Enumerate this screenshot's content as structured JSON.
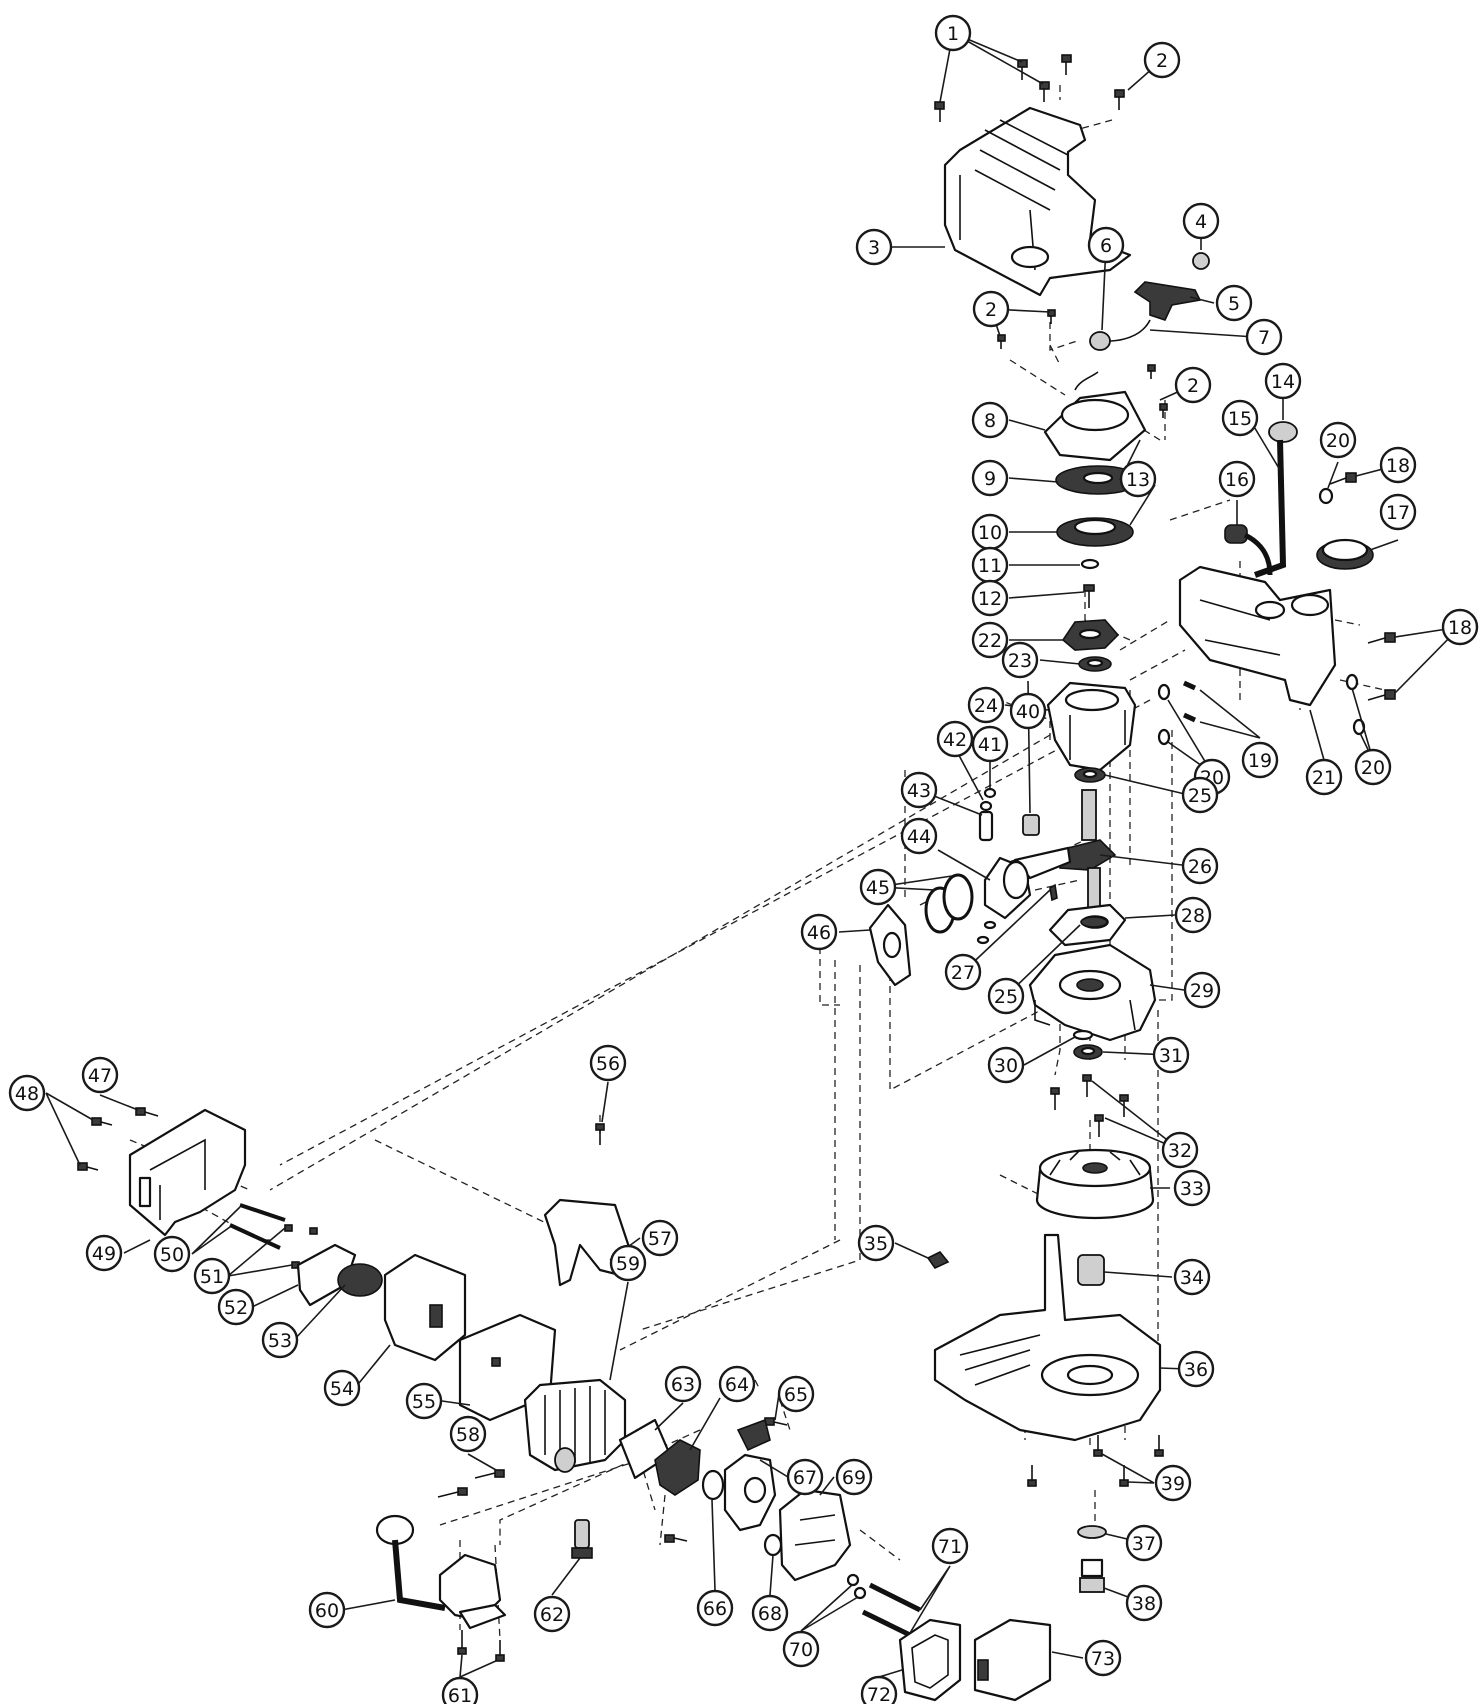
{
  "callouts": [
    {
      "id": "1",
      "label": "1"
    },
    {
      "id": "2a",
      "label": "2"
    },
    {
      "id": "3",
      "label": "3"
    },
    {
      "id": "4",
      "label": "4"
    },
    {
      "id": "5",
      "label": "5"
    },
    {
      "id": "6",
      "label": "6"
    },
    {
      "id": "7",
      "label": "7"
    },
    {
      "id": "2b",
      "label": "2"
    },
    {
      "id": "2c",
      "label": "2"
    },
    {
      "id": "8",
      "label": "8"
    },
    {
      "id": "9",
      "label": "9"
    },
    {
      "id": "13",
      "label": "13"
    },
    {
      "id": "10",
      "label": "10"
    },
    {
      "id": "11",
      "label": "11"
    },
    {
      "id": "12",
      "label": "12"
    },
    {
      "id": "22",
      "label": "22"
    },
    {
      "id": "23",
      "label": "23"
    },
    {
      "id": "24",
      "label": "24"
    },
    {
      "id": "14",
      "label": "14"
    },
    {
      "id": "15",
      "label": "15"
    },
    {
      "id": "16",
      "label": "16"
    },
    {
      "id": "20a",
      "label": "20"
    },
    {
      "id": "18a",
      "label": "18"
    },
    {
      "id": "17",
      "label": "17"
    },
    {
      "id": "18b",
      "label": "18"
    },
    {
      "id": "19",
      "label": "19"
    },
    {
      "id": "20b",
      "label": "20"
    },
    {
      "id": "21",
      "label": "21"
    },
    {
      "id": "20c",
      "label": "20"
    },
    {
      "id": "40",
      "label": "40"
    },
    {
      "id": "41",
      "label": "41"
    },
    {
      "id": "42",
      "label": "42"
    },
    {
      "id": "43",
      "label": "43"
    },
    {
      "id": "25a",
      "label": "25"
    },
    {
      "id": "26",
      "label": "26"
    },
    {
      "id": "44",
      "label": "44"
    },
    {
      "id": "45",
      "label": "45"
    },
    {
      "id": "46",
      "label": "46"
    },
    {
      "id": "28",
      "label": "28"
    },
    {
      "id": "27",
      "label": "27"
    },
    {
      "id": "25b",
      "label": "25"
    },
    {
      "id": "29",
      "label": "29"
    },
    {
      "id": "30",
      "label": "30"
    },
    {
      "id": "31",
      "label": "31"
    },
    {
      "id": "32",
      "label": "32"
    },
    {
      "id": "33",
      "label": "33"
    },
    {
      "id": "35",
      "label": "35"
    },
    {
      "id": "34",
      "label": "34"
    },
    {
      "id": "36",
      "label": "36"
    },
    {
      "id": "39",
      "label": "39"
    },
    {
      "id": "37",
      "label": "37"
    },
    {
      "id": "38",
      "label": "38"
    },
    {
      "id": "47",
      "label": "47"
    },
    {
      "id": "48",
      "label": "48"
    },
    {
      "id": "49",
      "label": "49"
    },
    {
      "id": "50",
      "label": "50"
    },
    {
      "id": "51",
      "label": "51"
    },
    {
      "id": "52",
      "label": "52"
    },
    {
      "id": "53",
      "label": "53"
    },
    {
      "id": "54",
      "label": "54"
    },
    {
      "id": "55",
      "label": "55"
    },
    {
      "id": "56",
      "label": "56"
    },
    {
      "id": "57",
      "label": "57"
    },
    {
      "id": "59",
      "label": "59"
    },
    {
      "id": "58",
      "label": "58"
    },
    {
      "id": "63",
      "label": "63"
    },
    {
      "id": "64",
      "label": "64"
    },
    {
      "id": "65",
      "label": "65"
    },
    {
      "id": "67",
      "label": "67"
    },
    {
      "id": "69",
      "label": "69"
    },
    {
      "id": "60",
      "label": "60"
    },
    {
      "id": "61",
      "label": "61"
    },
    {
      "id": "62",
      "label": "62"
    },
    {
      "id": "66",
      "label": "66"
    },
    {
      "id": "68",
      "label": "68"
    },
    {
      "id": "70",
      "label": "70"
    },
    {
      "id": "71",
      "label": "71"
    },
    {
      "id": "72",
      "label": "72"
    },
    {
      "id": "73",
      "label": "73"
    }
  ]
}
